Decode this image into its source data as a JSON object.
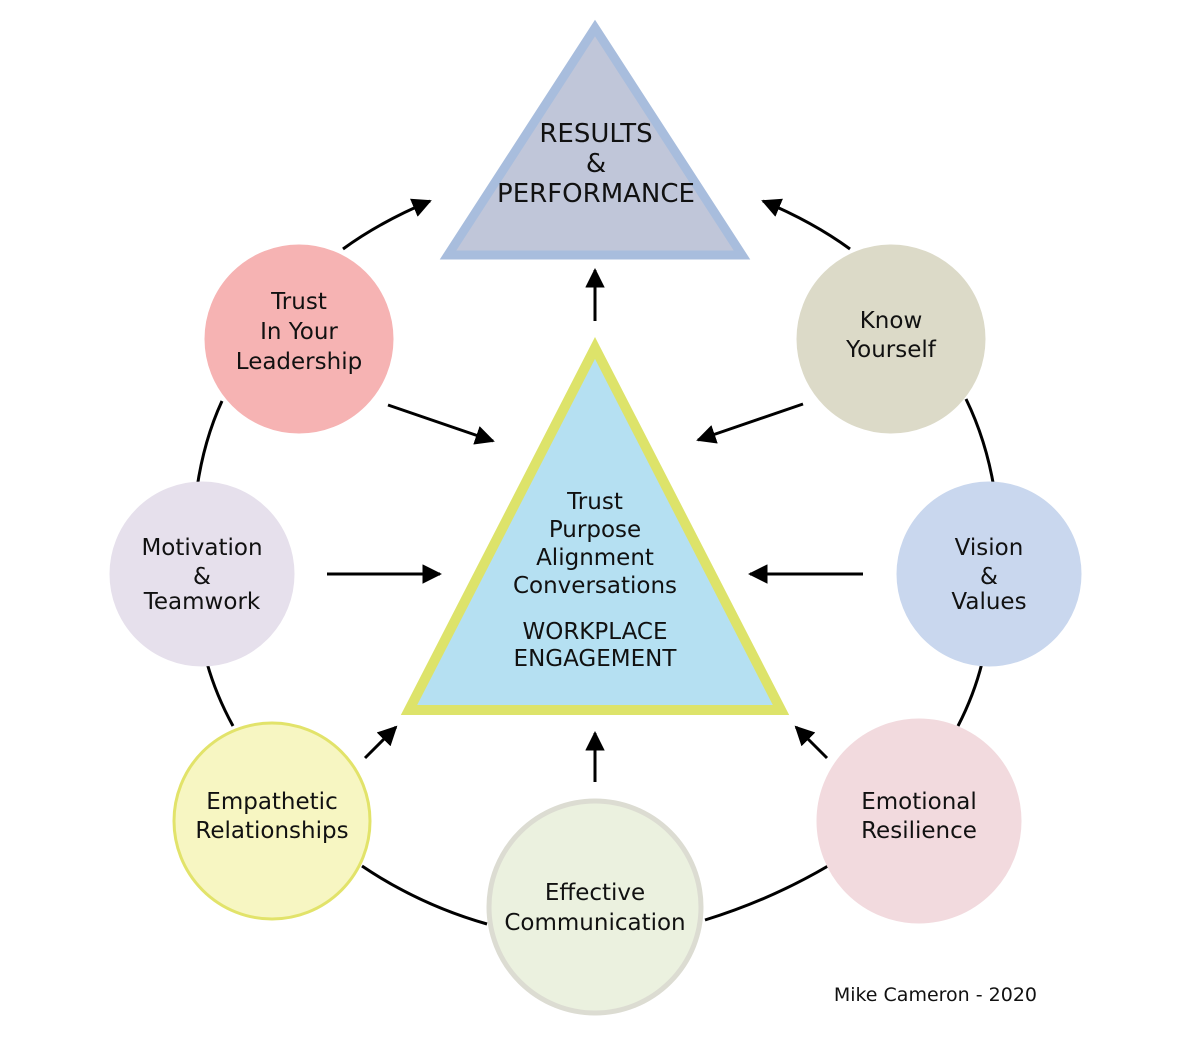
{
  "results": {
    "lines": [
      "RESULTS",
      "&",
      "PERFORMANCE"
    ]
  },
  "center": {
    "lines": [
      "Trust",
      "Purpose",
      "Alignment",
      "Conversations"
    ],
    "engagement": [
      "WORKPLACE",
      "ENGAGEMENT"
    ]
  },
  "nodes": [
    {
      "key": "trust_leadership",
      "lines": [
        "Trust",
        "In Your",
        "Leadership"
      ],
      "fill": "#f6b3b3",
      "stroke": "#f6b3b3"
    },
    {
      "key": "know_yourself",
      "lines": [
        "Know",
        "Yourself"
      ],
      "fill": "#dcdac8",
      "stroke": "#dcdac8"
    },
    {
      "key": "motivation_teamwork",
      "lines": [
        "Motivation",
        "&",
        "Teamwork"
      ],
      "fill": "#e6e0ec",
      "stroke": "#e6e0ec"
    },
    {
      "key": "vision_values",
      "lines": [
        "Vision",
        "&",
        "Values"
      ],
      "fill": "#c9d7ee",
      "stroke": "#c9d7ee"
    },
    {
      "key": "empathetic_relationships",
      "lines": [
        "Empathetic",
        "Relationships"
      ],
      "fill": "#f7f6c2",
      "stroke": "#e2e36a"
    },
    {
      "key": "emotional_resilience",
      "lines": [
        "Emotional",
        "Resilience"
      ],
      "fill": "#f2dade",
      "stroke": "#f2dade"
    },
    {
      "key": "effective_communication",
      "lines": [
        "Effective",
        "Communication"
      ],
      "fill": "#ebf1df",
      "stroke": "#dcdcd2"
    }
  ],
  "colors": {
    "results_fill": "#c0c6d9",
    "results_stroke": "#a8bddd",
    "center_fill": "#b5e0f2",
    "center_stroke": "#dde36a"
  },
  "credit": "Mike Cameron - 2020"
}
